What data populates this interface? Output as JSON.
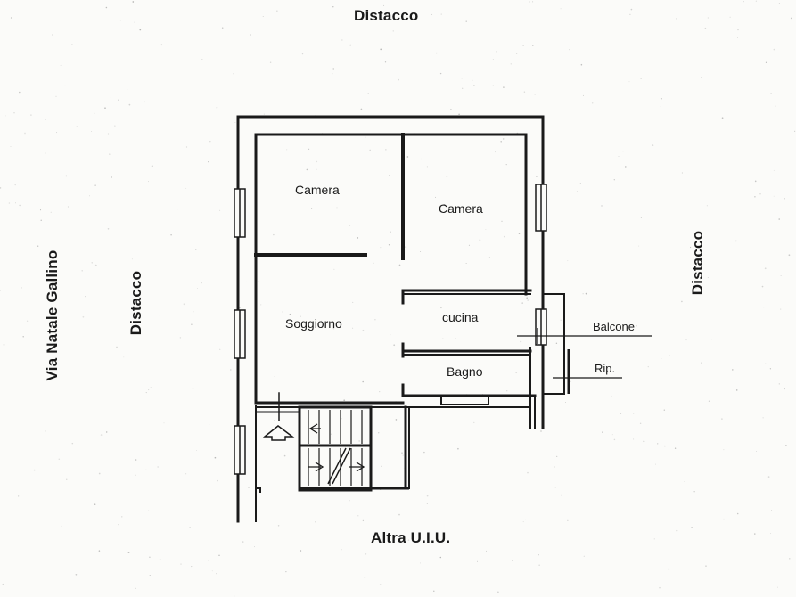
{
  "plan": {
    "surroundings": {
      "top": "Distacco",
      "left_street": "Via Natale Gallino",
      "left": "Distacco",
      "right": "Distacco",
      "bottom": "Altra U.I.U."
    },
    "rooms": {
      "camera_1": "Camera",
      "camera_2": "Camera",
      "soggiorno": "Soggiorno",
      "cucina": "cucina",
      "bagno": "Bagno"
    },
    "callouts": {
      "balcone": "Balcone",
      "ripostiglio": "Rip."
    },
    "colors": {
      "wall": "#1a1a1a",
      "paper": "#fbfbf9"
    },
    "icons": [
      "entrance-arrow-icon",
      "stair-arrow-icon"
    ]
  }
}
